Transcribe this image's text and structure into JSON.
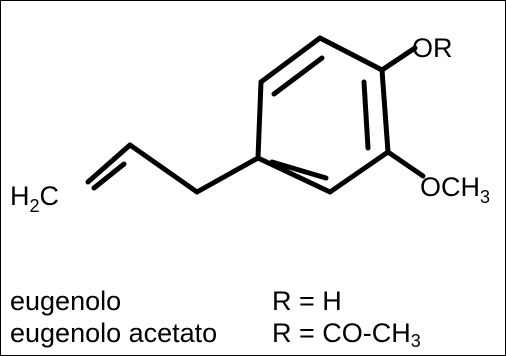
{
  "structure": {
    "substituent_top": "OR",
    "methoxy_main": "OCH",
    "methoxy_sub": "3",
    "vinyl_main_left": "H",
    "vinyl_sub": "2",
    "vinyl_main_right": "C"
  },
  "captions": [
    {
      "name": "eugenolo",
      "formula_main": "R = H",
      "formula_sub": "",
      "formula_tail": ""
    },
    {
      "name": "eugenolo acetato",
      "formula_main": "R = CO-CH",
      "formula_sub": "3",
      "formula_tail": ""
    }
  ],
  "colors": {
    "ink": "#000000",
    "background": "#ffffff"
  }
}
